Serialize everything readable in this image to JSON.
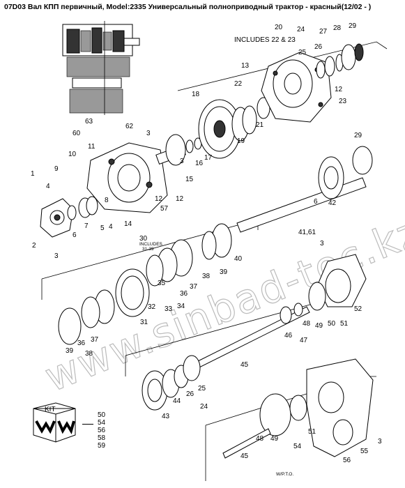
{
  "title": "07D03 Вал КПП первичный, Model:2335 Универсальный полноприводный трактор - красный(12/02 - )",
  "watermark": "www.sinbad-toc.kz",
  "kit": {
    "label": "KIT",
    "items": [
      "50",
      "54",
      "56",
      "58",
      "59"
    ]
  },
  "notes": {
    "includes_20": "INCLUDES 22 & 23",
    "includes_30": "INCLUDES",
    "includes_30b": "31-39",
    "wpto": "W/P.T.O."
  },
  "callouts": [
    "1",
    "2",
    "3",
    "4",
    "5",
    "6",
    "7",
    "8",
    "9",
    "10",
    "11",
    "12",
    "13",
    "14",
    "15",
    "16",
    "17",
    "18",
    "19",
    "20",
    "21",
    "22",
    "23",
    "24",
    "25",
    "26",
    "27",
    "28",
    "29",
    "30",
    "31",
    "32",
    "33",
    "34",
    "35",
    "36",
    "37",
    "38",
    "39",
    "40",
    "41,61",
    "42",
    "43",
    "44",
    "45",
    "46",
    "47",
    "48",
    "49",
    "50",
    "51",
    "52",
    "54",
    "55",
    "56",
    "57",
    "60",
    "62",
    "63"
  ],
  "colors": {
    "line": "#000000",
    "watermark": "#bbbbbb",
    "background": "#ffffff"
  }
}
